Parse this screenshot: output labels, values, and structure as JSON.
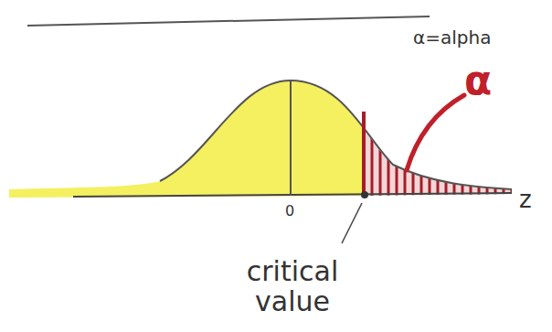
{
  "diagram": {
    "labels": [
      "α=alpha",
      "α",
      "0",
      "z",
      "critical value"
    ]
  }
}
